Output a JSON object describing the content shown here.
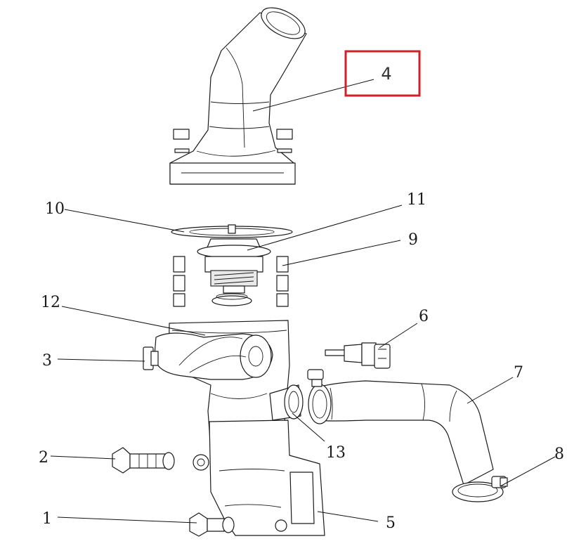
{
  "callouts": {
    "c1": "1",
    "c2": "2",
    "c3": "3",
    "c4": "4",
    "c5": "5",
    "c6": "6",
    "c7": "7",
    "c8": "8",
    "c9": "9",
    "c10": "10",
    "c11": "11",
    "c12": "12",
    "c13": "13"
  },
  "highlight_color": "#d0202a"
}
